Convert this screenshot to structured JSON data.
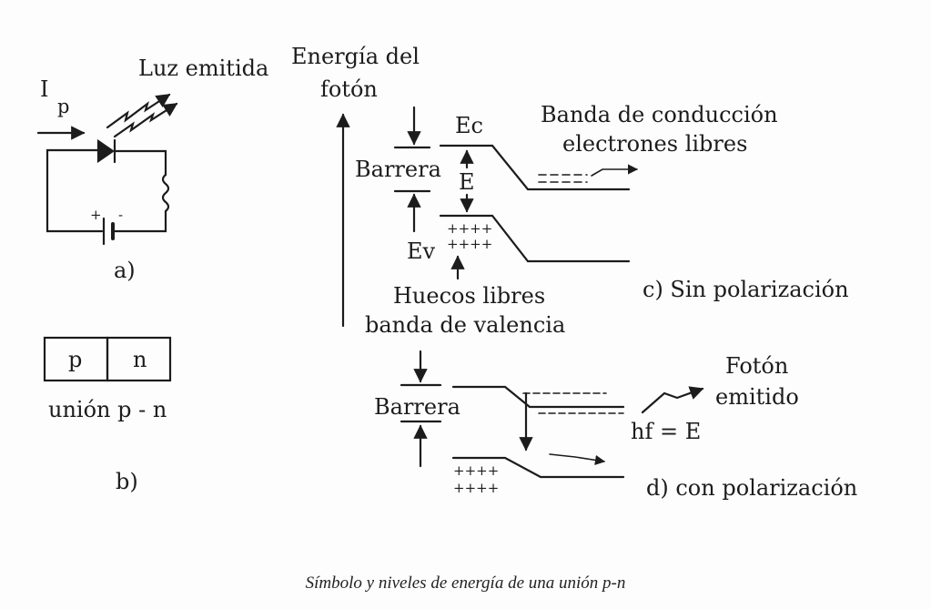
{
  "caption": "Símbolo y niveles de energía de una unión p-n",
  "circuit": {
    "current_label": "I",
    "current_subscript": "p",
    "light_label": "Luz emitida",
    "battery_plus": "+",
    "battery_minus": "-",
    "panel_label": "a)"
  },
  "junction": {
    "p_label": "p",
    "n_label": "n",
    "caption": "unión p - n",
    "panel_label": "b)"
  },
  "energy_axis": {
    "title_line1": "Energía del",
    "title_line2": "fotón"
  },
  "diagram_c": {
    "ec_label": "Ec",
    "ev_label": "Ev",
    "barrier_label": "Barrera",
    "gap_label": "E",
    "conduction_line1": "Banda de conducción",
    "conduction_line2": "electrones libres",
    "holes_line1": "Huecos libres",
    "holes_line2": "banda de valencia",
    "hole_marks": "++++",
    "panel_label": "c) Sin polarización"
  },
  "diagram_d": {
    "barrier_label": "Barrera",
    "photon_line1": "Fotón",
    "photon_line2": "emitido",
    "energy_eq": "hf = E",
    "hole_marks": "++++",
    "panel_label": "d) con polarización"
  },
  "colors": {
    "ink": "#1c1c1c",
    "paper": "#fdfdfd"
  }
}
